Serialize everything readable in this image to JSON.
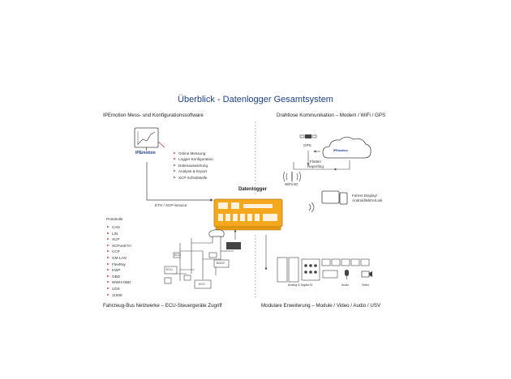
{
  "title": "Überblick - Datenlogger Gesamtsystem",
  "quadrants": {
    "top_left": "IPEmotion Mess- und Konfigurationssoftware",
    "top_right": "Drahtlose Kommunikation – Modem / WiFi / GPS",
    "bottom_left": "Fahrzeug-Bus Netzwerke – ECU-Steuergeräte Zugriff",
    "bottom_right": "Modulare Erweiterung – Module / Video / Audio / USV"
  },
  "software": {
    "logo_text": "IPEmotion",
    "features": [
      "Online Messung",
      "Logger Konfiguration",
      "Datenauswertung",
      "Analyse & Export",
      "XCP Schnittstelle"
    ],
    "link_label": "ETH / XCP-Service"
  },
  "center": {
    "label": "Datenlogger"
  },
  "wireless": {
    "gps": "GPS",
    "fleet_reporting": "Flotten\nReporting",
    "wifi": "WiFi/4G",
    "display": "Fahrer Display/\nAndroid/MirrorLink",
    "cloud_logo": "IPEmotion"
  },
  "protocols": {
    "heading": "Protokolle",
    "items": [
      "CAN",
      "LIN",
      "XCP",
      "XCPonETH",
      "CCP",
      "GM-LAN",
      "FlexRay",
      "KWP",
      "OBD",
      "WWH-OBD",
      "UDS",
      "J1939"
    ]
  },
  "bus": {
    "ecu_labels": [
      "ECU",
      "ECU",
      "BODY",
      "ECU"
    ]
  },
  "modules": {
    "analog_digital": "Analog & Digital IO",
    "audio": "Audio",
    "video": "Video"
  },
  "colors": {
    "accent": "#f4a81d",
    "title": "#1d3f8c",
    "bullet": "#c0392b",
    "line": "#444444"
  }
}
